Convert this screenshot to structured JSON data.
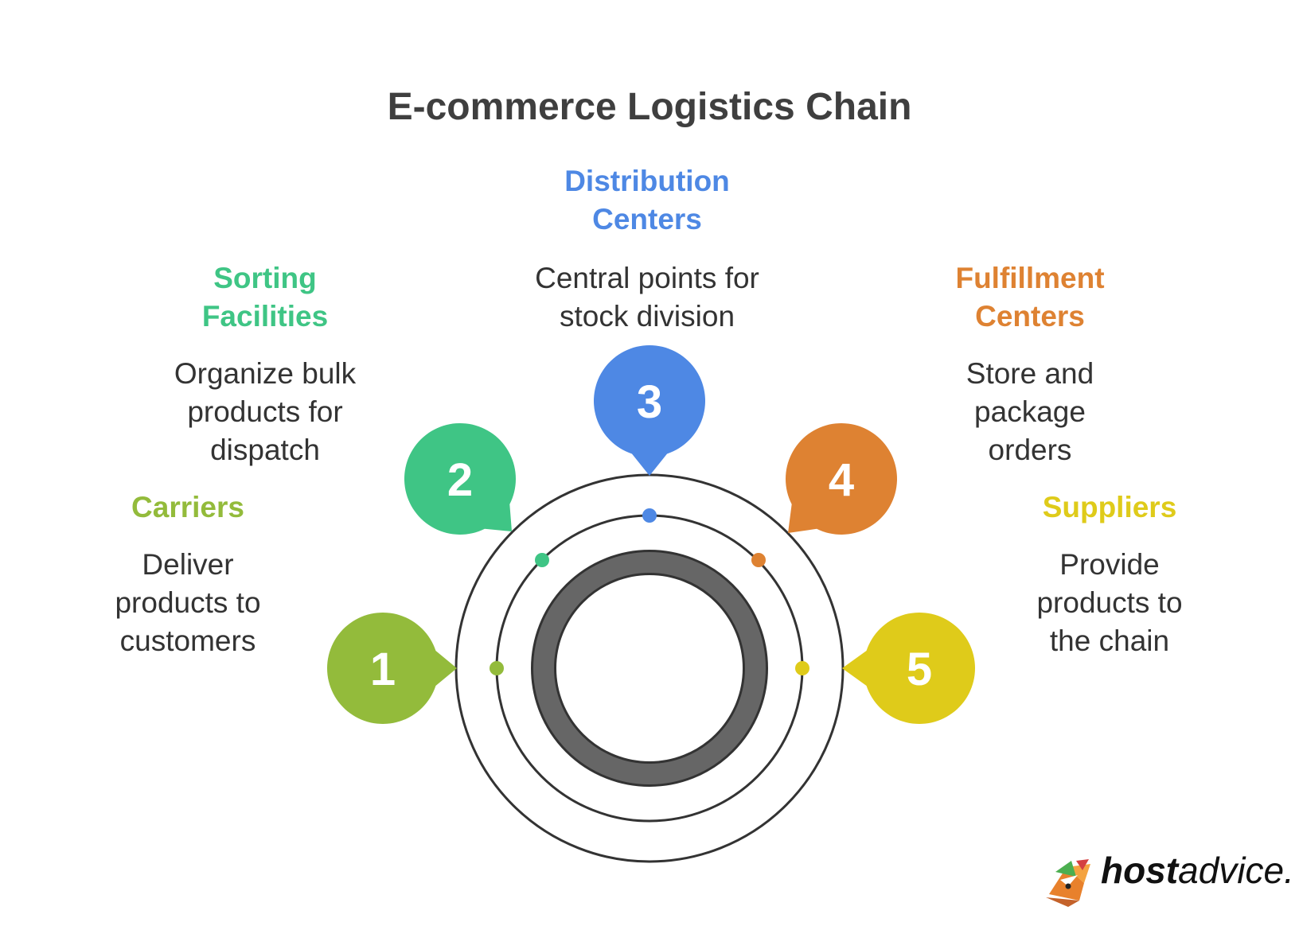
{
  "title": "E-commerce Logistics Chain",
  "colors": {
    "carriers": "#93bb3b",
    "sorting": "#3fc585",
    "distribution": "#4e88e4",
    "fulfillment": "#de8232",
    "suppliers": "#dfcb1a",
    "ring": "#666666",
    "stroke": "#333333",
    "title": "#3f3f3f"
  },
  "stages": [
    {
      "number": "1",
      "heading": [
        "Carriers"
      ],
      "description": [
        "Deliver",
        "products to",
        "customers"
      ]
    },
    {
      "number": "2",
      "heading": [
        "Sorting",
        "Facilities"
      ],
      "description": [
        "Organize bulk",
        "products for",
        "dispatch"
      ]
    },
    {
      "number": "3",
      "heading": [
        "Distribution",
        "Centers"
      ],
      "description": [
        "Central points for",
        "stock division"
      ]
    },
    {
      "number": "4",
      "heading": [
        "Fulfillment",
        "Centers"
      ],
      "description": [
        "Store and",
        "package",
        "orders"
      ]
    },
    {
      "number": "5",
      "heading": [
        "Suppliers"
      ],
      "description": [
        "Provide",
        "products to",
        "the chain"
      ]
    }
  ],
  "logo": {
    "bold": "host",
    "regular": "advice."
  }
}
